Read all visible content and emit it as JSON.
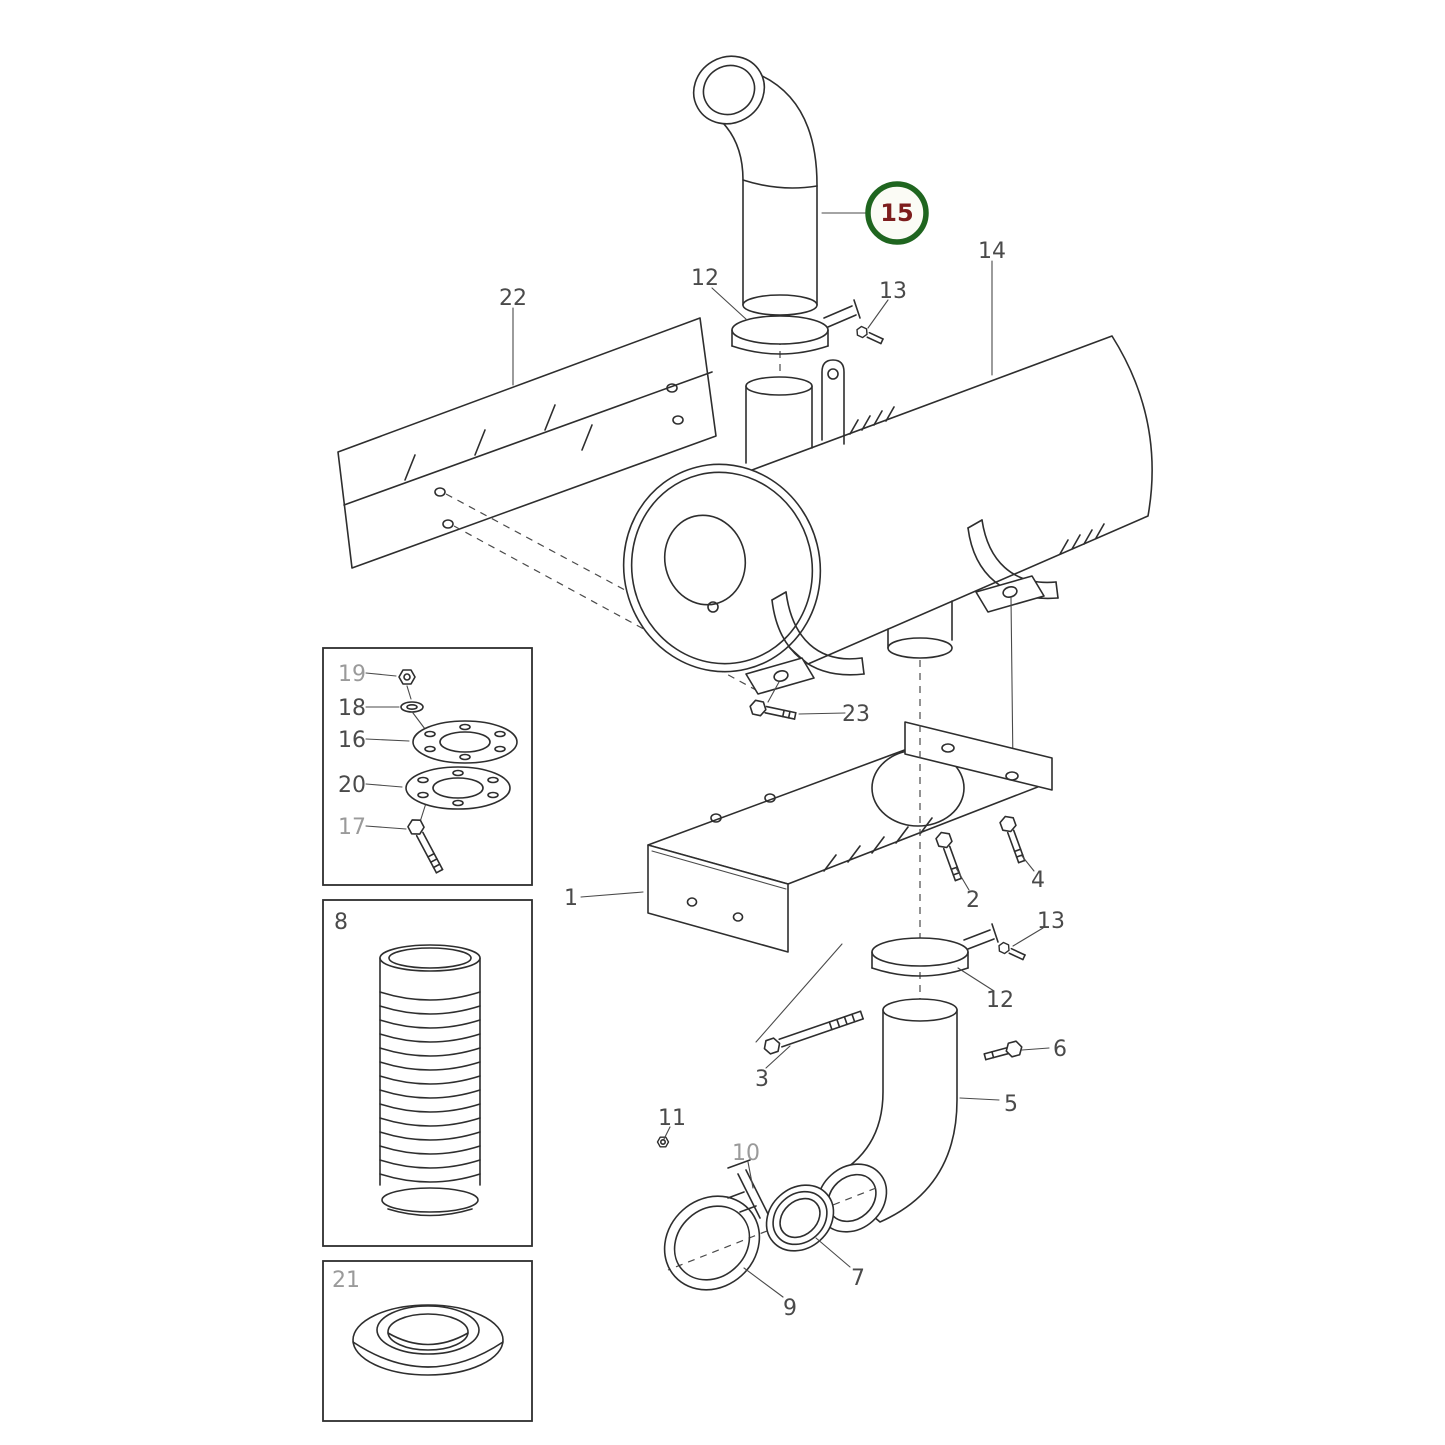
{
  "diagram": {
    "type": "exploded-parts-diagram",
    "subject": "muffler-exhaust-assembly",
    "highlighted_part": "15",
    "colors": {
      "line": "#2e2e2e",
      "label": "#4a4a4a",
      "label_muted": "#9a9a9a",
      "highlight_ring": "#1f651f",
      "highlight_text": "#7d1d1d",
      "background": "#ffffff"
    },
    "callouts": {
      "p1": "1",
      "p2": "2",
      "p3": "3",
      "p4": "4",
      "p5": "5",
      "p6": "6",
      "p7": "7",
      "p8": "8",
      "p9": "9",
      "p10": "10",
      "p11": "11",
      "p12_upper": "12",
      "p12_lower": "12",
      "p13_upper": "13",
      "p13_lower": "13",
      "p14": "14",
      "p15": "15",
      "p16": "16",
      "p17": "17",
      "p18": "18",
      "p19": "19",
      "p20": "20",
      "p21": "21",
      "p22": "22",
      "p23": "23"
    }
  }
}
